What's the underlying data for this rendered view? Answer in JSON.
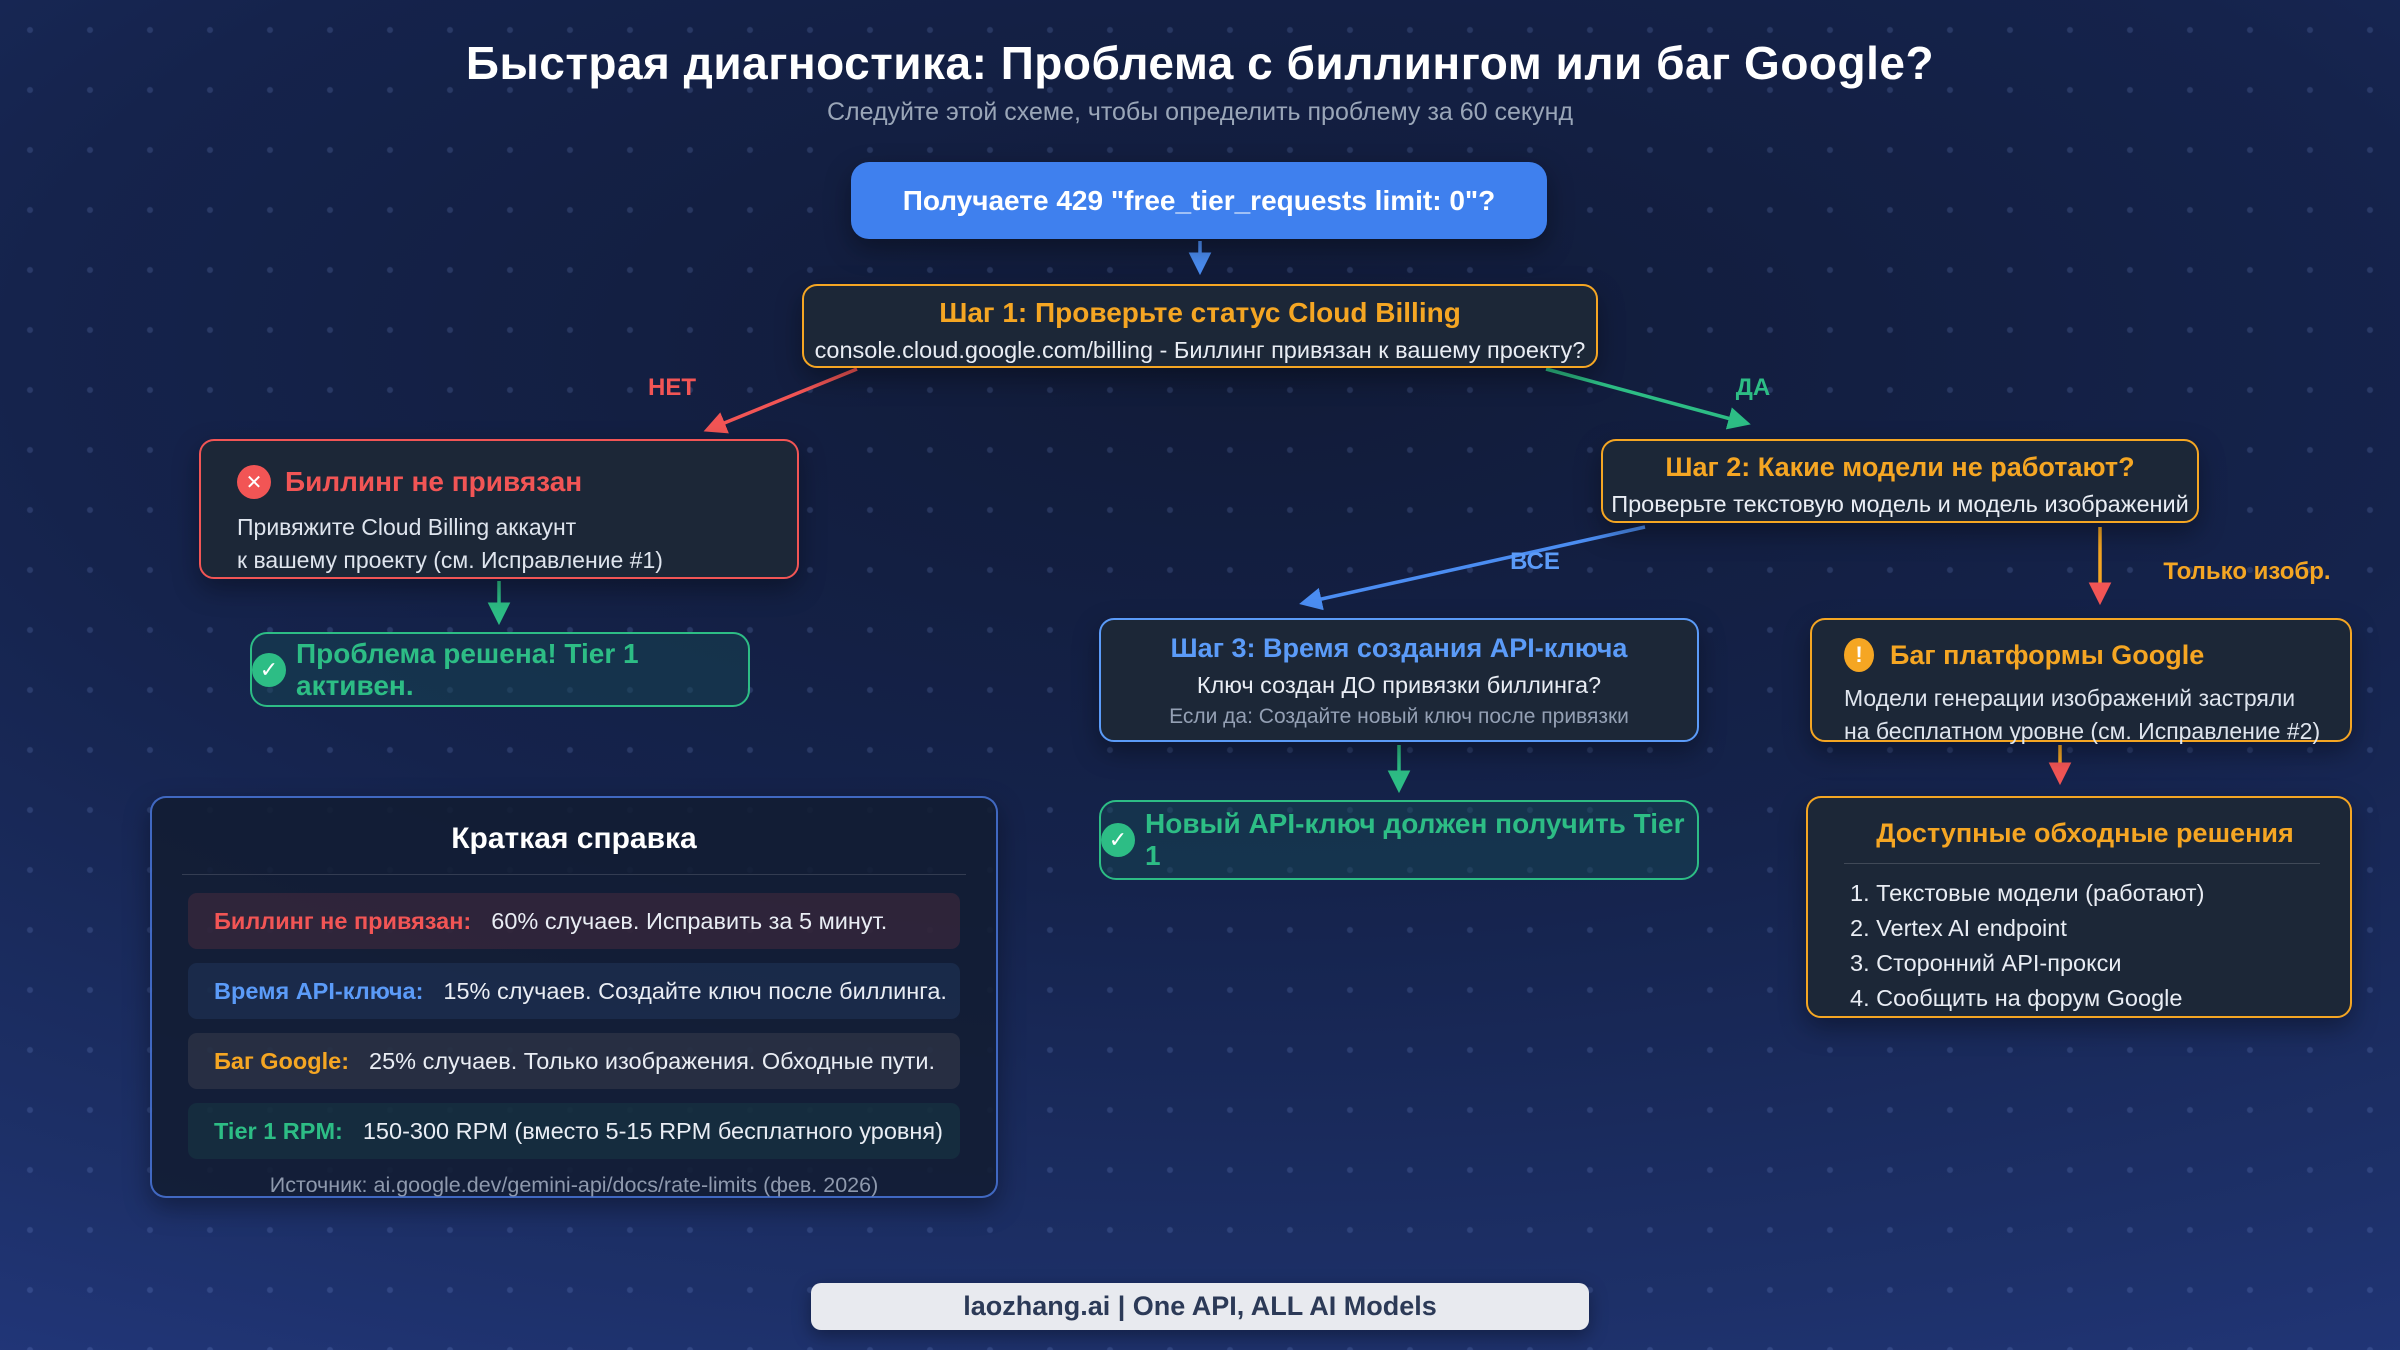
{
  "page": {
    "title": "Быстрая диагностика: Проблема с биллингом или баг Google?",
    "subtitle": "Следуйте этой схеме, чтобы определить проблему за 60 секунд",
    "footer_badge": "laozhang.ai | One API, ALL AI Models"
  },
  "flow": {
    "start": {
      "label": "Получаете 429 \"free_tier_requests limit: 0\"?"
    },
    "step1": {
      "title": "Шаг 1: Проверьте статус Cloud Billing",
      "body": "console.cloud.google.com/billing - Биллинг привязан к вашему проекту?"
    },
    "step2": {
      "title": "Шаг 2: Какие модели не работают?",
      "body": "Проверьте текстовую модель и модель изображений"
    },
    "step3": {
      "title": "Шаг 3: Время создания API-ключа",
      "body": "Ключ создан ДО привязки биллинга?",
      "note": "Если да: Создайте новый ключ после привязки"
    },
    "billing_not_linked": {
      "title": "Биллинг не привязан",
      "line1": "Привяжите Cloud Billing аккаунт",
      "line2": "к вашему проекту (см. Исправление #1)"
    },
    "solved": {
      "label": "Проблема решена! Tier 1 активен."
    },
    "new_key": {
      "label": "Новый API-ключ должен получить Tier 1"
    },
    "google_bug": {
      "title": "Баг платформы Google",
      "line1": "Модели генерации изображений застряли",
      "line2": "на бесплатном уровне (см. Исправление #2)"
    },
    "workarounds": {
      "title": "Доступные обходные решения",
      "items": [
        "1. Текстовые модели (работают)",
        "2. Vertex AI endpoint",
        "3. Сторонний API-прокси",
        "4. Сообщить на форум Google"
      ]
    },
    "labels": {
      "no": "НЕТ",
      "yes": "ДА",
      "all": "ВСЕ",
      "images_only": "Только изобр."
    }
  },
  "icons": {
    "error_glyph": "✕",
    "success_glyph": "✓",
    "warning_glyph": "!"
  },
  "reference": {
    "title": "Краткая справка",
    "rows": [
      {
        "label": "Биллинг не привязан:",
        "text": "60% случаев. Исправить за 5 минут."
      },
      {
        "label": "Время API-ключа:",
        "text": "15% случаев. Создайте ключ после биллинга."
      },
      {
        "label": "Баг Google:",
        "text": "25% случаев. Только изображения. Обходные пути."
      },
      {
        "label": "Tier 1 RPM:",
        "text": "150-300 RPM (вместо 5-15 RPM бесплатного уровня)"
      }
    ],
    "source": "Источник: ai.google.dev/gemini-api/docs/rate-limits (фев. 2026)"
  },
  "colors": {
    "accent_orange": "#f5a623",
    "accent_red": "#f25555",
    "accent_green": "#2dbd85",
    "accent_blue": "#5b9bf8",
    "start_node_fill": "#3f80ee",
    "node_background": "#1c2737",
    "page_background": "#1d3068"
  }
}
